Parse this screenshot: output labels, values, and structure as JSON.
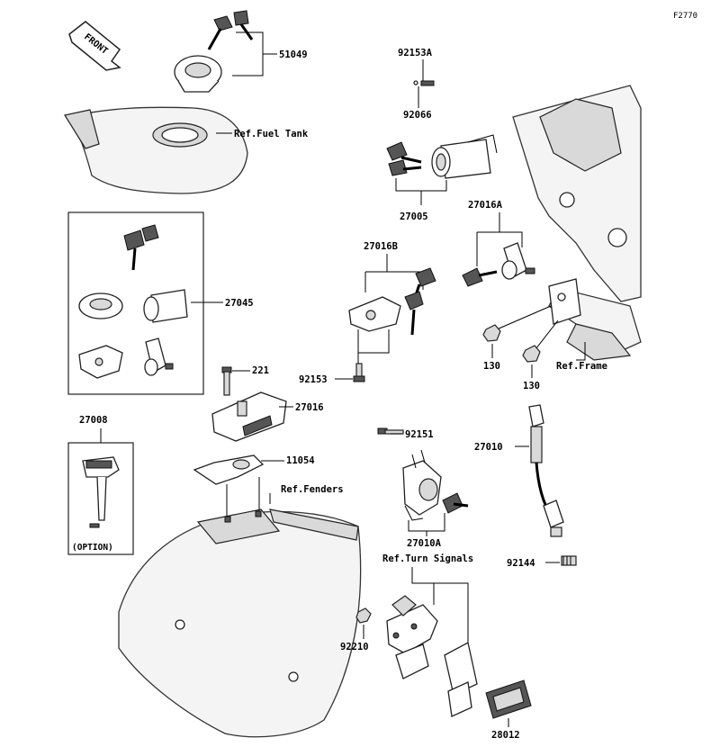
{
  "figure_code": "F2770",
  "front_label": "FRONT",
  "parts": {
    "p51049": "51049",
    "p92153A": "92153A",
    "p92066": "92066",
    "p27005": "27005",
    "p27016A": "27016A",
    "p27016B": "27016B",
    "p27045": "27045",
    "p221": "221",
    "p27016": "27016",
    "p92153": "92153",
    "p130a": "130",
    "p130b": "130",
    "p27008": "27008",
    "p11054": "11054",
    "p92151": "92151",
    "p27010": "27010",
    "p27010A": "27010A",
    "p92144": "92144",
    "p92210": "92210",
    "p28012": "28012"
  },
  "refs": {
    "fuel_tank": "Ref.Fuel Tank",
    "frame": "Ref.Frame",
    "fenders": "Ref.Fenders",
    "turn_signals": "Ref.Turn Signals"
  },
  "option_label": "(OPTION)"
}
